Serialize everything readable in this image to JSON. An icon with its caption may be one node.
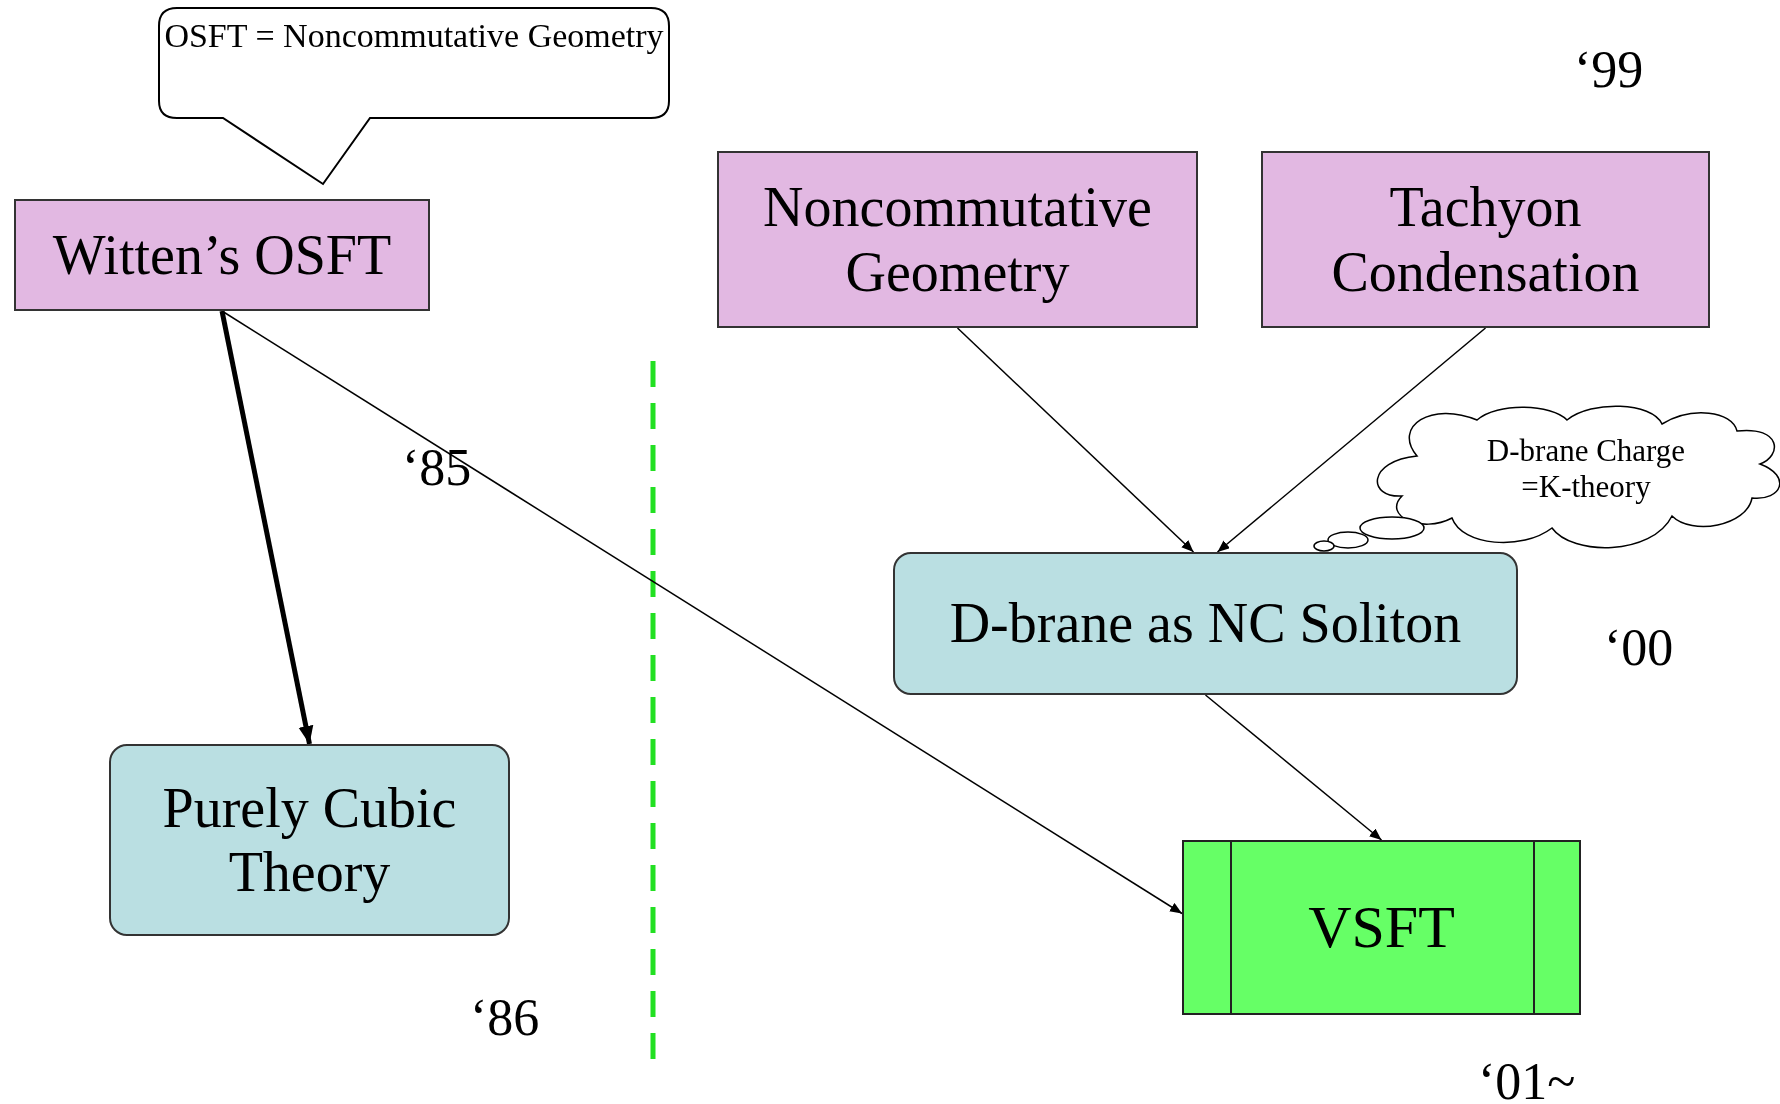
{
  "diagram": {
    "nodes": [
      {
        "text": [
          "OSFT = Noncommutative Geometry"
        ]
      },
      {
        "text": [
          "Witten’s OSFT"
        ]
      },
      {
        "text": [
          "Noncommutative Geometry"
        ]
      },
      {
        "text": [
          "Tachyon Condensation"
        ]
      },
      {
        "text": [
          "D-brane Charge =K-theory"
        ]
      },
      {
        "text": [
          "D-brane as NC Soliton"
        ]
      },
      {
        "text": [
          "Purely Cubic Theory"
        ]
      },
      {
        "text": [
          "VSFT"
        ]
      }
    ],
    "edges": [
      {
        "from": 1,
        "to": 6,
        "arrow": "to",
        "style": "thick"
      },
      {
        "from": 1,
        "to": 7,
        "arrow": "to"
      },
      {
        "from": 2,
        "to": 5,
        "arrow": "to"
      },
      {
        "from": 3,
        "to": 5,
        "arrow": "to"
      },
      {
        "from": 5,
        "to": 7,
        "arrow": "to"
      }
    ],
    "labels": [
      "‘99",
      "‘85",
      "‘00",
      "‘86",
      "‘01~"
    ]
  }
}
